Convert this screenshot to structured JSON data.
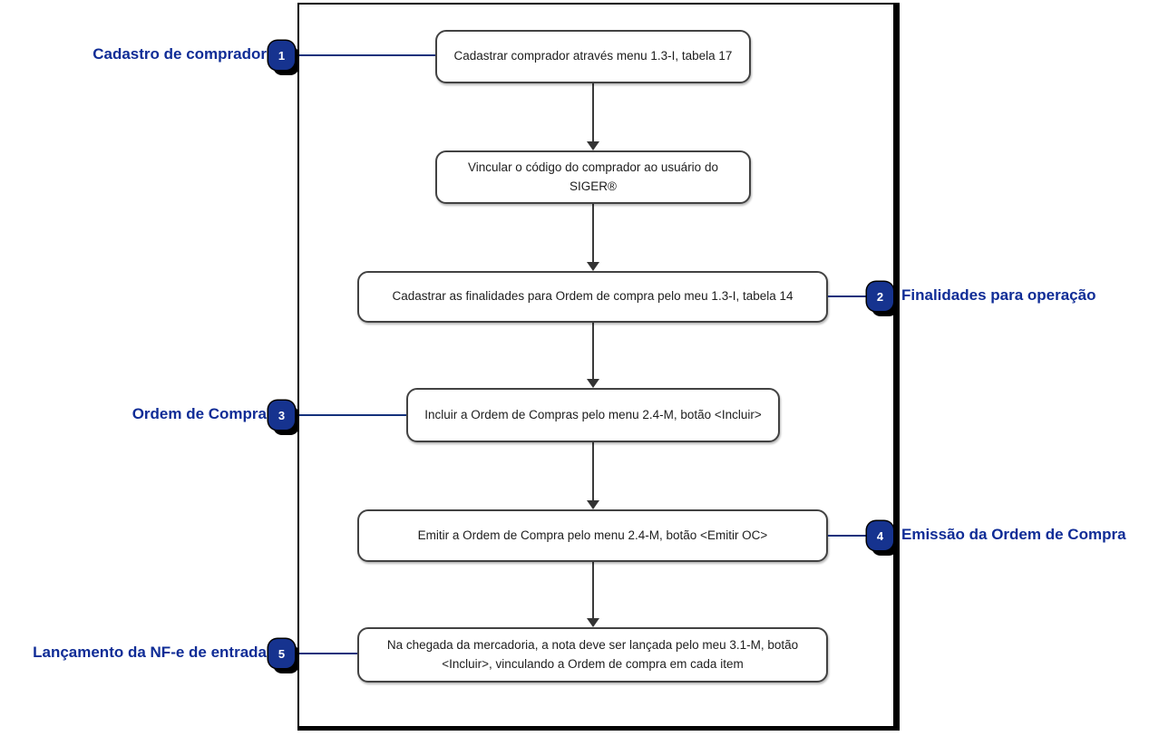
{
  "diagram": {
    "type": "flowchart",
    "language": "pt-BR",
    "colors": {
      "label_blue": "#0F2C96",
      "badge_blue": "#16338F",
      "connector_blue": "#14317C",
      "box_border": "#424242",
      "arrow": "#333333",
      "frame": "#000000"
    }
  },
  "flow": {
    "boxes": [
      {
        "text": "Cadastrar comprador através menu 1.3-I, tabela 17"
      },
      {
        "text": "Vincular o código do comprador ao usuário do SIGER®"
      },
      {
        "text": "Cadastrar as finalidades para Ordem de compra pelo meu 1.3-I, tabela 14"
      },
      {
        "text": "Incluir a Ordem de Compras pelo menu 2.4-M, botão <Incluir>"
      },
      {
        "text": "Emitir a Ordem de Compra pelo menu 2.4-M, botão <Emitir OC>"
      },
      {
        "text": "Na chegada da mercadoria, a nota deve ser lançada pelo meu 3.1-M, botão <Incluir>, vinculando a Ordem de compra em cada item"
      }
    ],
    "callouts": [
      {
        "number": "1",
        "label": "Cadastro de comprador",
        "side": "left"
      },
      {
        "number": "2",
        "label": "Finalidades para operação",
        "side": "right"
      },
      {
        "number": "3",
        "label": "Ordem de Compra",
        "side": "left"
      },
      {
        "number": "4",
        "label": "Emissão da Ordem de Compra",
        "side": "right"
      },
      {
        "number": "5",
        "label": "Lançamento da NF-e de entrada",
        "side": "left"
      }
    ]
  }
}
